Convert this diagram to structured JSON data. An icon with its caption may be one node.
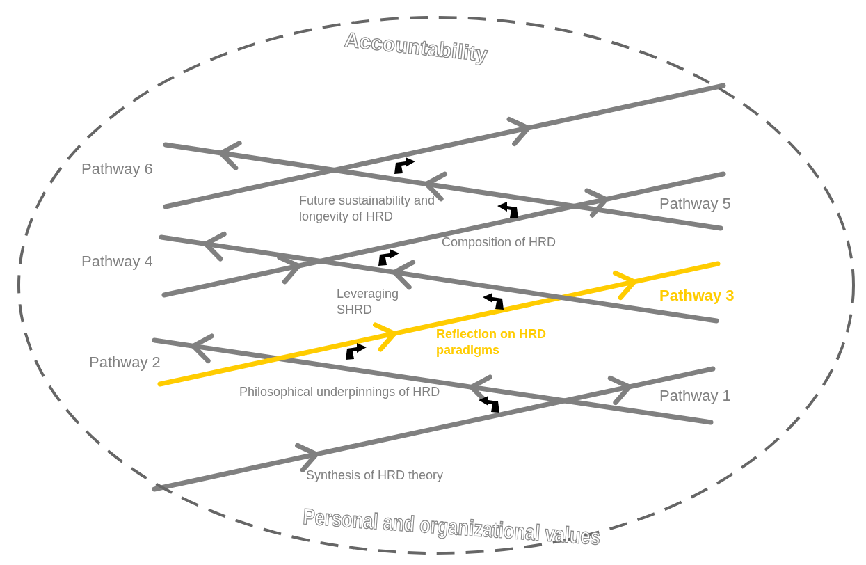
{
  "diagram": {
    "nodes": [
      {
        "text": [
          "Accountability",
          "Personal and organizational values"
        ]
      }
    ],
    "edges": [],
    "labels": [
      "Pathway 6",
      "Future sustainability and longevity of HRD",
      "Pathway 5",
      "Composition of HRD",
      "Pathway 4",
      "Leveraging SHRD",
      "Pathway 3",
      "Reflection on HRD paradigms",
      "Pathway 2",
      "Philosophical underpinnings of HRD",
      "Pathway 1",
      "Synthesis of HRD theory"
    ]
  }
}
